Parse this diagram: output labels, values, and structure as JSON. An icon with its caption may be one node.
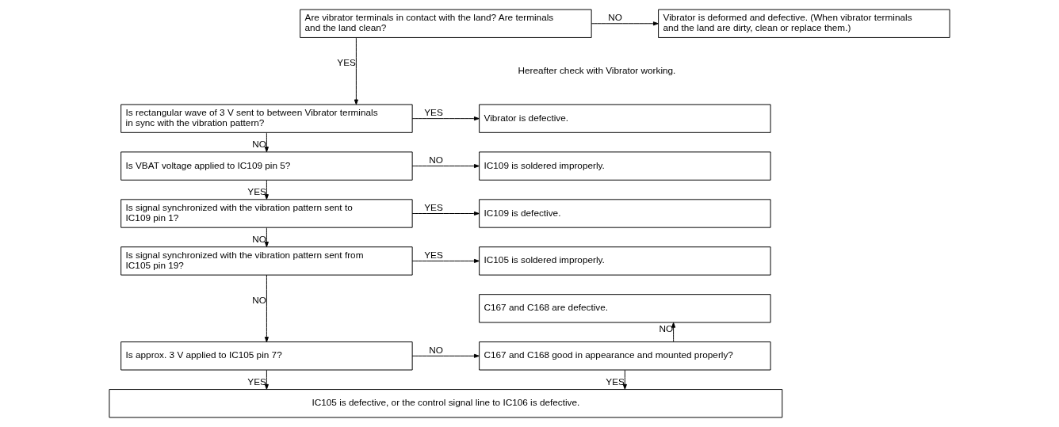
{
  "diagram": {
    "nodes": [
      {
        "text": [
          "Are vibrator terminals in contact with the land? Are terminals and the land clean?"
        ]
      },
      {
        "text": [
          "Vibrator is deformed and defective. (When vibrator terminals and the land are dirty, clean or replace them.)"
        ]
      },
      {
        "text": [
          "Is rectangular wave of 3 V sent to between Vibrator terminals in sync with the vibration pattern?"
        ]
      },
      {
        "text": [
          "Vibrator is defective."
        ]
      },
      {
        "text": [
          "Is VBAT voltage applied to IC109 pin 5?"
        ]
      },
      {
        "text": [
          "IC109 is soldered improperly."
        ]
      },
      {
        "text": [
          "Is signal synchronized with the vibration pattern sent to IC109 pin 1?"
        ]
      },
      {
        "text": [
          "IC109 is defective."
        ]
      },
      {
        "text": [
          "Is signal synchronized with the vibration pattern sent from IC105 pin 19?"
        ]
      },
      {
        "text": [
          "IC105 is soldered improperly."
        ]
      },
      {
        "text": [
          "C167 and C168 are defective."
        ]
      },
      {
        "text": [
          "Is approx. 3 V applied to IC105 pin 7?"
        ]
      },
      {
        "text": [
          "C167 and C168 good in appearance and mounted properly?"
        ]
      },
      {
        "text": [
          "IC105 is defective, or the control signal line to IC106 is defective."
        ]
      }
    ],
    "edges": [
      {
        "from": 0,
        "to": 1,
        "arrow": "to",
        "label": "NO"
      },
      {
        "from": 0,
        "to": 2,
        "arrow": "to",
        "label": "YES"
      },
      {
        "from": 2,
        "to": 3,
        "arrow": "to",
        "label": "YES"
      },
      {
        "from": 2,
        "to": 4,
        "arrow": "to",
        "label": "NO"
      },
      {
        "from": 4,
        "to": 5,
        "arrow": "to",
        "label": "NO"
      },
      {
        "from": 4,
        "to": 6,
        "arrow": "to",
        "label": "YES"
      },
      {
        "from": 6,
        "to": 7,
        "arrow": "to",
        "label": "YES"
      },
      {
        "from": 6,
        "to": 8,
        "arrow": "to",
        "label": "NO"
      },
      {
        "from": 8,
        "to": 9,
        "arrow": "to",
        "label": "YES"
      },
      {
        "from": 8,
        "to": 11,
        "arrow": "to",
        "label": "NO"
      },
      {
        "from": 11,
        "to": 12,
        "arrow": "to",
        "label": "NO"
      },
      {
        "from": 12,
        "to": 10,
        "arrow": "to",
        "label": "NO"
      },
      {
        "from": 11,
        "to": 13,
        "arrow": "to",
        "label": "YES"
      },
      {
        "from": 12,
        "to": 13,
        "arrow": "to",
        "label": "YES"
      }
    ],
    "labels": [
      "Hereafter check with Vibrator working."
    ]
  }
}
